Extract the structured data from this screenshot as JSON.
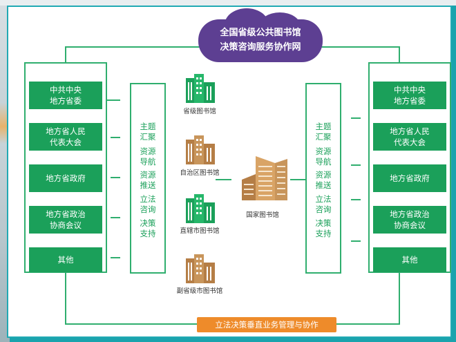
{
  "cloud": {
    "line1": "全国省级公共图书馆",
    "line2": "决策咨询服务协作网"
  },
  "left_items": [
    "中共中央\n地方省委",
    "地方省人民\n代表大会",
    "地方省政府",
    "地方省政治\n协商会议",
    "其他"
  ],
  "right_items": [
    "中共中央\n地方省委",
    "地方省人民\n代表大会",
    "地方省政府",
    "地方省政治\n协商会议",
    "其他"
  ],
  "services_left": [
    "主题\n汇聚",
    "资源\n导航",
    "资源\n推送",
    "立法\n咨询",
    "决策\n支持"
  ],
  "services_right": [
    "主题\n汇聚",
    "资源\n导航",
    "资源\n推送",
    "立法\n咨询",
    "决策\n支持"
  ],
  "libraries": [
    "省级图书馆",
    "自治区图书馆",
    "直辖市图书馆",
    "副省级市图书馆"
  ],
  "national_library": "国家图书馆",
  "bottom_bar": "立法决策垂直业务管理与协作",
  "colors": {
    "green": "#1ba05a",
    "purple": "#5d3f92",
    "orange": "#ee8b2a",
    "tan": "#c8955b",
    "teal": "#20a9b3"
  },
  "icons": [
    "green-building-icon",
    "tan-building-icon",
    "national-library-building-icon"
  ]
}
